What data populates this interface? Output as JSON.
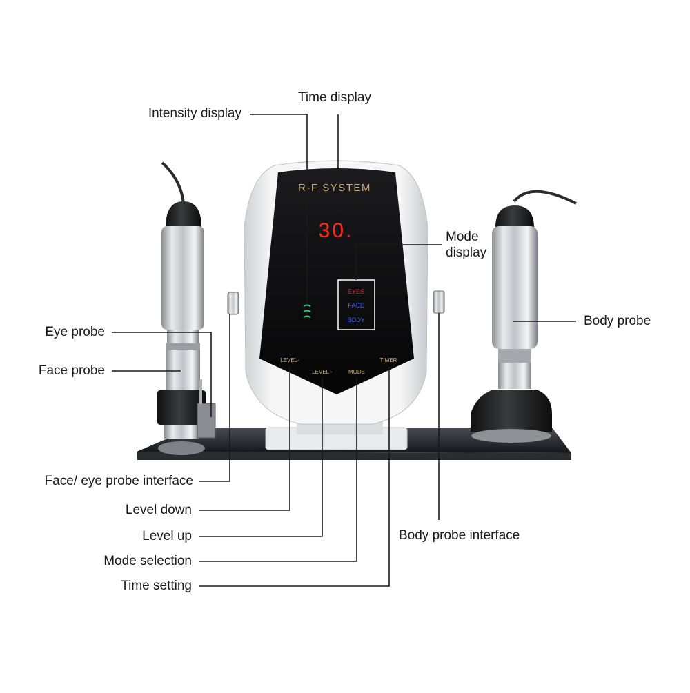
{
  "device": {
    "brand_text": "R-F SYSTEM",
    "time_readout": "30.",
    "modes": [
      {
        "label": "EYES",
        "color": "#d8302b"
      },
      {
        "label": "FACE",
        "color": "#3a5bff"
      },
      {
        "label": "BODY",
        "color": "#3a5bff"
      }
    ],
    "buttons": {
      "level_down": "LEVEL-",
      "level_up": "LEVEL+",
      "mode": "MODE",
      "timer": "TIMER"
    },
    "intensity_indicator_color": "#33cc77",
    "readout_color": "#ff2a1e"
  },
  "callouts": {
    "intensity_display": "Intensity display",
    "time_display": "Time display",
    "mode_display_line1": "Mode",
    "mode_display_line2": "display",
    "eye_probe": "Eye probe",
    "face_probe": "Face probe",
    "body_probe": "Body probe",
    "face_eye_probe_interface": "Face/ eye probe interface",
    "level_down": "Level down",
    "level_up": "Level up",
    "mode_selection": "Mode selection",
    "time_setting": "Time setting",
    "body_probe_interface": "Body probe interface"
  }
}
